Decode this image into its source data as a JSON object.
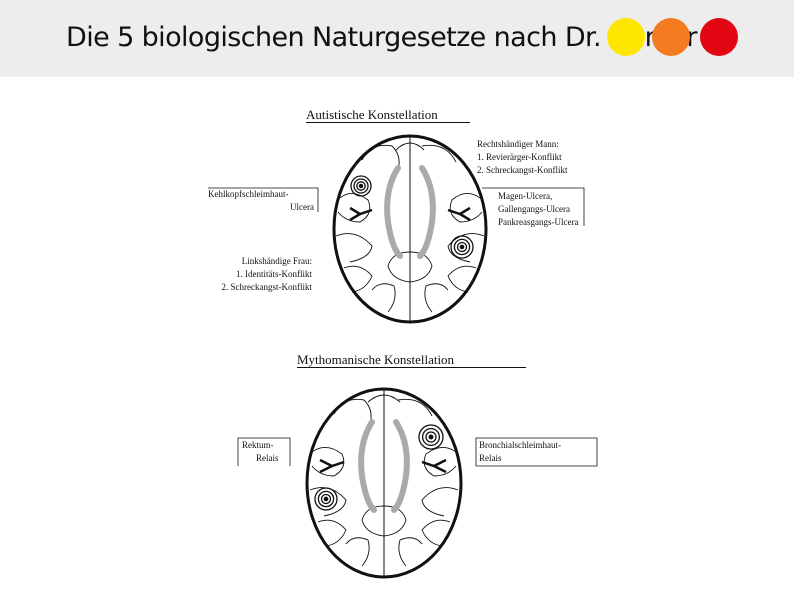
{
  "header": {
    "title": "Die 5 biologischen Naturgesetze nach Dr. Hamer",
    "dot_colors": [
      "#ffe600",
      "#f47b20",
      "#e30613"
    ]
  },
  "diagram_top": {
    "title": "Autistische Konstellation",
    "label_right_top": [
      "Rechtshändiger Mann:",
      "1. Revierärger-Konflikt",
      "2. Schreckangst-Konflikt"
    ],
    "label_left": [
      "Kehlkopfschleimhaut-",
      "Ulcera"
    ],
    "label_right_mid": [
      "Magen-Ulcera,",
      "Gallengangs-Ulcera",
      "Pankreasgangs-Ulcera"
    ],
    "label_left_bottom": [
      "Linkshändige Frau:",
      "1. Identitäts-Konflikt",
      "2. Schreckangst-Konflikt"
    ]
  },
  "diagram_bottom": {
    "title": "Mythomanische Konstellation",
    "label_left": [
      "Rektum-",
      "Relais"
    ],
    "label_right": [
      "Bronchialschleimhaut-",
      "Relais"
    ]
  }
}
